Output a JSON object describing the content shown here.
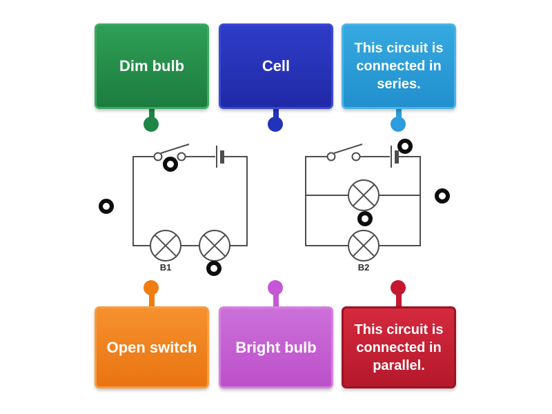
{
  "page": {
    "background": "#ffffff"
  },
  "cards": [
    {
      "id": "dim-bulb",
      "text": "Dim bulb",
      "color_top": "#2f9f55",
      "color_bottom": "#1c7c40",
      "border": "#3cab61",
      "pin": "#1f8746"
    },
    {
      "id": "cell",
      "text": "Cell",
      "color_top": "#2e3dc8",
      "color_bottom": "#2029a6",
      "border": "#3949d6",
      "pin": "#2133bb"
    },
    {
      "id": "series",
      "text": "This circuit is connected in series.",
      "color_top": "#36a9e1",
      "color_bottom": "#2190cd",
      "border": "#49b3e6",
      "pin": "#2d9ddb"
    },
    {
      "id": "open-switch",
      "text": "Open switch",
      "color_top": "#f6912e",
      "color_bottom": "#e97410",
      "border": "#f89c42",
      "pin": "#ef7d12"
    },
    {
      "id": "bright-bulb",
      "text": "Bright bulb",
      "color_top": "#cc70d9",
      "color_bottom": "#bc50ca",
      "border": "#d481e0",
      "pin": "#c457d3"
    },
    {
      "id": "parallel",
      "text": "This circuit is connected in parallel.",
      "color_top": "#d52a3e",
      "color_bottom": "#b5182b",
      "border": "#9e1322",
      "pin": "#c41730"
    }
  ],
  "diagram": {
    "battery_labels": [
      "B1",
      "B2"
    ],
    "line_color": "#4d4d4d",
    "target_ring_color": "#0d0d0d",
    "target_count": 6
  }
}
